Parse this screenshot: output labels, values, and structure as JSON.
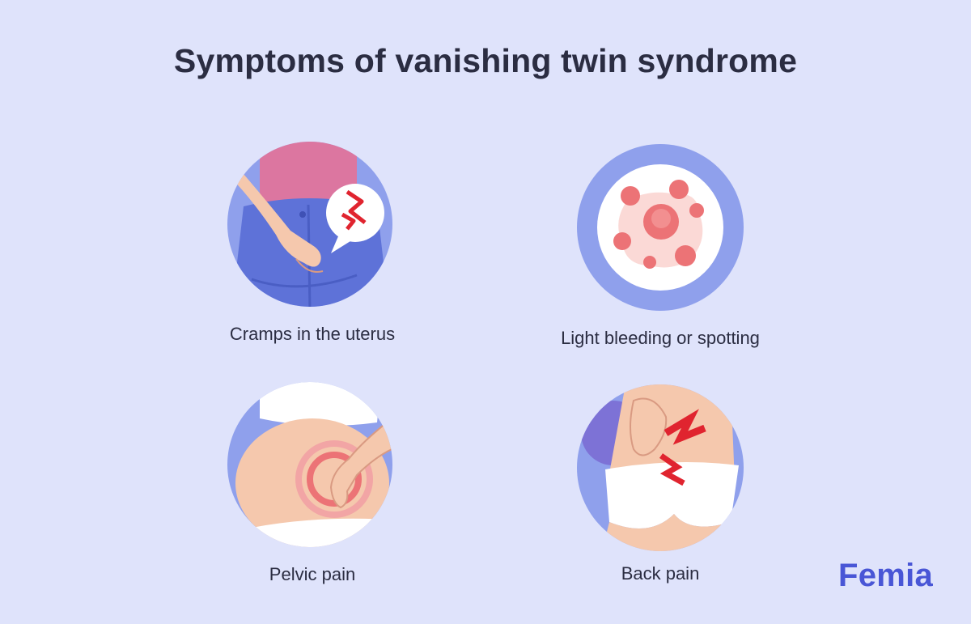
{
  "title": "Symptoms of vanishing twin syndrome",
  "symptoms": [
    {
      "label": "Cramps in the uterus",
      "icon": "abdominal-cramp-icon"
    },
    {
      "label": "Light bleeding or spotting",
      "icon": "blood-spots-icon"
    },
    {
      "label": "Pelvic pain",
      "icon": "pelvic-pain-icon"
    },
    {
      "label": "Back pain",
      "icon": "back-pain-icon"
    }
  ],
  "brand": "Femia",
  "colors": {
    "background": "#dfe3fb",
    "circle": "#8fa0ec",
    "title": "#2b2d42",
    "brand": "#4956d6",
    "pain": "#e0242f"
  }
}
